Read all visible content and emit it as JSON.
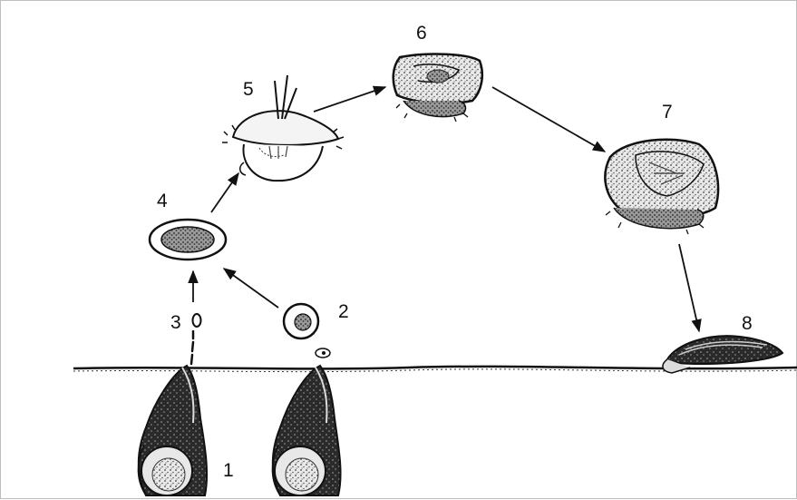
{
  "diagram": {
    "stage_labels": {
      "s1": "1",
      "s2": "2",
      "s3": "3",
      "s4": "4",
      "s5": "5",
      "s6": "6",
      "s7": "7",
      "s8": "8"
    },
    "colors": {
      "ink": "#111111",
      "stipple": "#555555",
      "background": "#ffffff"
    }
  }
}
